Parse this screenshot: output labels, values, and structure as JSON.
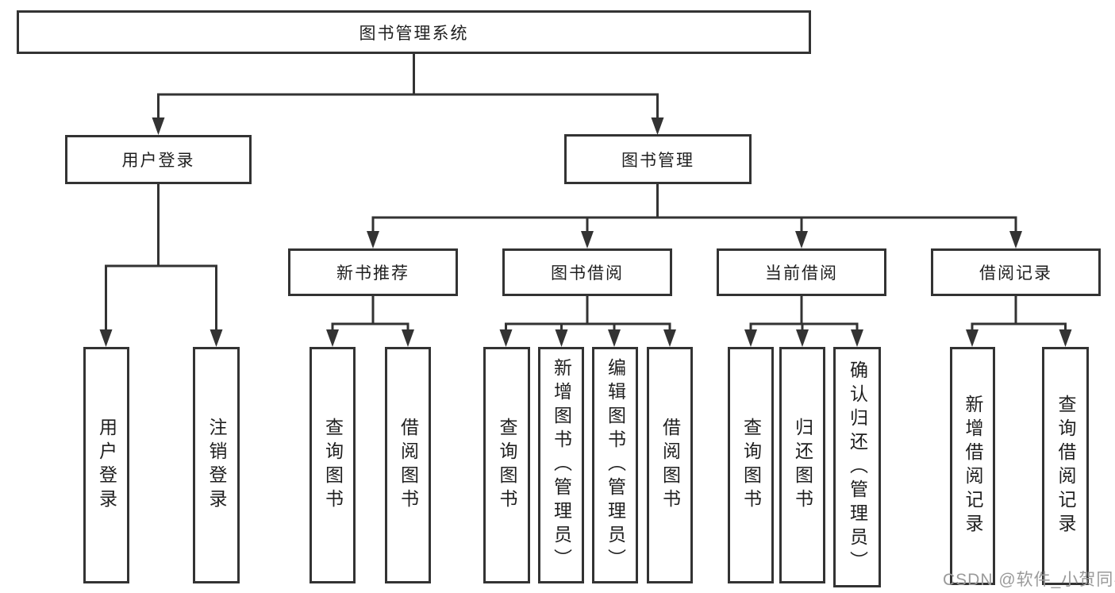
{
  "colors": {
    "line": "#333333",
    "text": "#1f1f1f",
    "watermark": "#9a9a9a",
    "box_background": "#ffffff"
  },
  "tree": {
    "label": "图书管理系统",
    "children": [
      {
        "label": "用户登录",
        "children": [
          {
            "label": "用户登录"
          },
          {
            "label": "注销登录"
          }
        ]
      },
      {
        "label": "图书管理",
        "children": [
          {
            "label": "新书推荐",
            "children": [
              {
                "label": "查询图书"
              },
              {
                "label": "借阅图书"
              }
            ]
          },
          {
            "label": "图书借阅",
            "children": [
              {
                "label": "查询图书"
              },
              {
                "label": "新增图书（管理员）"
              },
              {
                "label": "编辑图书（管理员）"
              },
              {
                "label": "借阅图书"
              }
            ]
          },
          {
            "label": "当前借阅",
            "children": [
              {
                "label": "查询图书"
              },
              {
                "label": "归还图书"
              },
              {
                "label": "确认归还（管理员）"
              }
            ]
          },
          {
            "label": "借阅记录",
            "children": [
              {
                "label": "新增借阅记录"
              },
              {
                "label": "查询借阅记录"
              }
            ]
          }
        ]
      }
    ]
  },
  "watermark": {
    "text": "CSDN @软件_小贺同学"
  }
}
